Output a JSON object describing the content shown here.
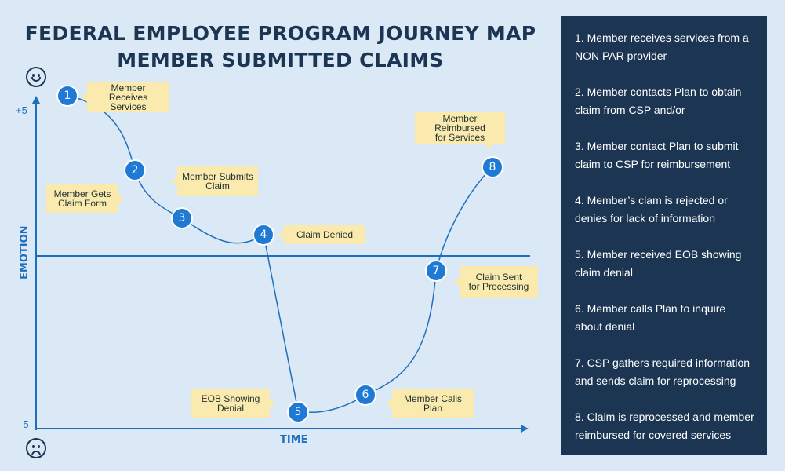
{
  "title": {
    "line1": "FEDERAL EMPLOYEE PROGRAM JOURNEY MAP",
    "line2": "MEMBER SUBMITTED CLAIMS"
  },
  "axes": {
    "y_label": "EMOTION",
    "x_label": "TIME",
    "y_top": "+5",
    "y_bottom": "-5"
  },
  "icons": {
    "top": "smiley-face-icon",
    "bottom": "sad-face-icon"
  },
  "nodes": [
    {
      "number": "1",
      "label": "Member Receives\nServices"
    },
    {
      "number": "2",
      "label": "Member Gets\nClaim Form"
    },
    {
      "number": "3",
      "label": "Member Submits\nClaim"
    },
    {
      "number": "4",
      "label": "Claim Denied"
    },
    {
      "number": "5",
      "label": "EOB Showing\nDenial"
    },
    {
      "number": "6",
      "label": "Member Calls\nPlan"
    },
    {
      "number": "7",
      "label": "Claim Sent\nfor Processing"
    },
    {
      "number": "8",
      "label": "Member Reimbursed\nfor Services"
    }
  ],
  "steps": [
    "1. Member receives services from a NON PAR provider",
    "2. Member contacts Plan to obtain claim from CSP and/or",
    "3. Member contact Plan to submit claim to CSP for reimbursement",
    "4. Member’s clam is rejected or denies for lack of information",
    "5. Member received EOB showing claim denial",
    "6. Member calls Plan to inquire about denial",
    "7. CSP gathers required information and sends claim for reprocessing",
    "8. Claim is reprocessed and member reimbursed for covered services"
  ],
  "colors": {
    "background": "#dbe9f6",
    "navy": "#1c3553",
    "blue": "#1f7ad6",
    "callout": "#fbeaae"
  }
}
